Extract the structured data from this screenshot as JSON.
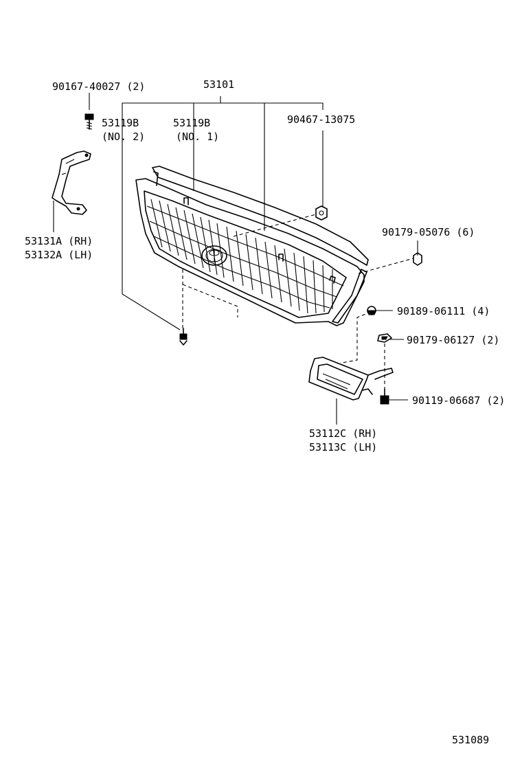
{
  "labels": {
    "grille_assy": "53101",
    "clip_no2_part": "53119B",
    "clip_no2_note": "(NO. 2)",
    "clip_no1_part": "53119B",
    "clip_no1_note": "(NO. 1)",
    "screw_top": "90167-40027 (2)",
    "nut_grille": "90467-13075",
    "bracket_rh": "53131A (RH)",
    "bracket_lh": "53132A (LH)",
    "nut_right": "90179-05076 (6)",
    "clip_lamp": "90189-06111 (4)",
    "nut_lamp": "90179-06127 (2)",
    "bolt_lamp": "90119-06687 (2)",
    "cover_rh": "53112C (RH)",
    "cover_lh": "53113C (LH)",
    "figure_number": "531089"
  },
  "icons": {
    "grille": "radiator-grille",
    "emblem": "toyota-emblem",
    "bracket": "grille-bracket",
    "lamp_cover": "fog-lamp-cover",
    "screw": "screw",
    "nut": "nut",
    "clip": "clip",
    "bolt": "bolt"
  }
}
